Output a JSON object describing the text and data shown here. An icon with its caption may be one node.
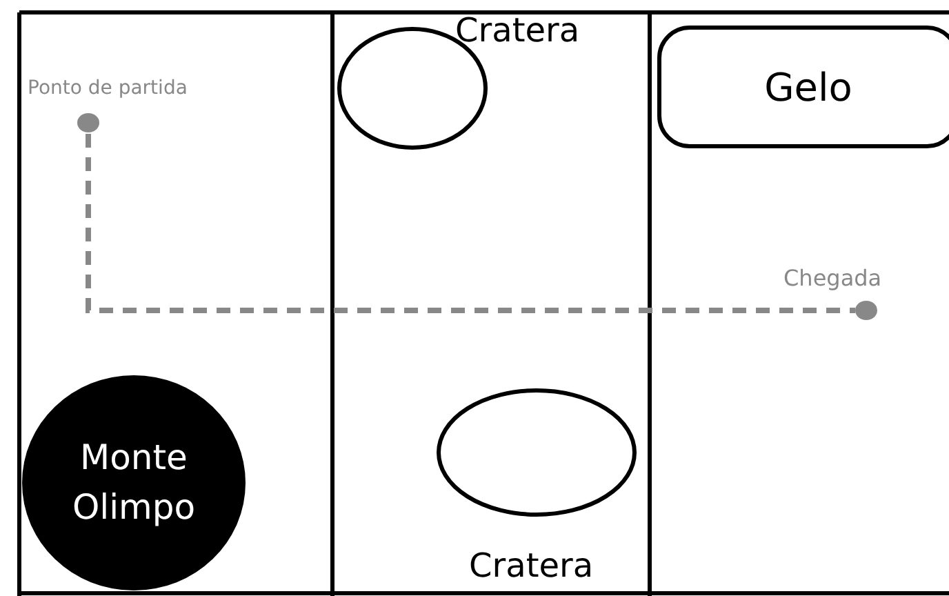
{
  "diagram": {
    "nodes": [
      {
        "text": [],
        "shape": "circle",
        "beside": [
          "Ponto de partida"
        ]
      },
      {
        "text": [],
        "shape": "circle",
        "beside": [
          "Cratera"
        ]
      },
      {
        "text": [
          "Gelo"
        ]
      },
      {
        "text": [],
        "shape": "circle",
        "beside": [
          "Chegada"
        ]
      },
      {
        "text": [
          "Monte Olimpo"
        ]
      },
      {
        "text": [],
        "shape": "circle",
        "beside": [
          "Cratera"
        ]
      }
    ],
    "edges": [
      {
        "from": 0,
        "to": 3,
        "arrow": "none",
        "style": "dashed"
      }
    ]
  }
}
